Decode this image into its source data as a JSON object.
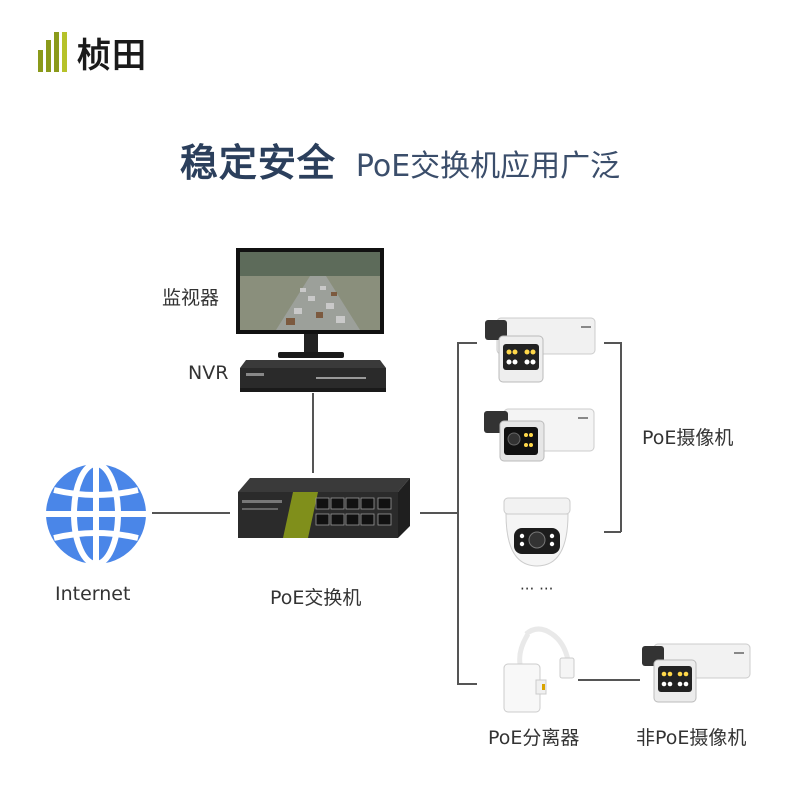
{
  "brand": {
    "name": "桢田"
  },
  "headline": {
    "strong": "稳定安全",
    "light": "PoE交换机应用广泛"
  },
  "labels": {
    "monitor": "监视器",
    "nvr": "NVR",
    "internet": "Internet",
    "switch": "PoE交换机",
    "poe_camera": "PoE摄像机",
    "ellipsis": "··· ···",
    "splitter": "PoE分离器",
    "non_poe_camera": "非PoE摄像机"
  },
  "colors": {
    "headline": "#2b3f5c",
    "brand_bars": "#8a9a1a",
    "globe": "#4a86e8",
    "lines": "#555555"
  },
  "icons": [
    "logo-mark-icon",
    "monitor-icon",
    "nvr-icon",
    "globe-icon",
    "switch-icon",
    "bullet-camera-icon",
    "dome-camera-icon",
    "splitter-icon"
  ]
}
